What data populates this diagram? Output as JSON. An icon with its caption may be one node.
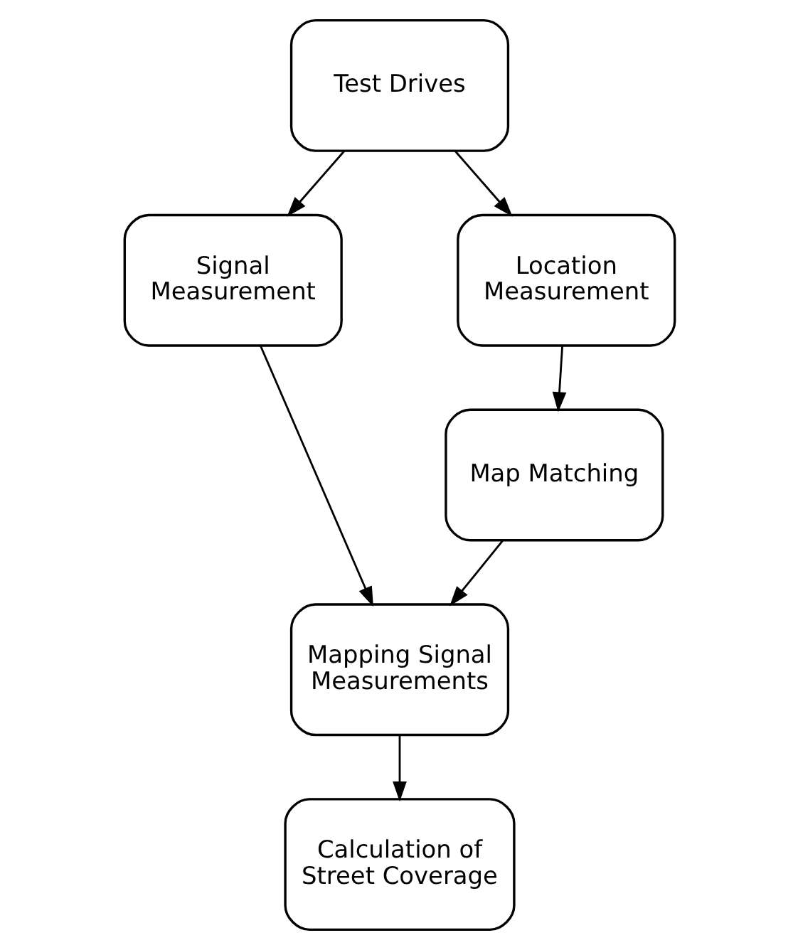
{
  "diagram": {
    "nodes": [
      {
        "text": [
          "Test Drives"
        ]
      },
      {
        "text": [
          "Signal Measurement"
        ]
      },
      {
        "text": [
          "Location Measurement"
        ]
      },
      {
        "text": [
          "Map Matching"
        ]
      },
      {
        "text": [
          "Mapping Signal Measurements"
        ]
      },
      {
        "text": [
          "Calculation of Street Coverage"
        ]
      }
    ],
    "edges": [
      {
        "from": 0,
        "to": 1,
        "arrow": "to"
      },
      {
        "from": 0,
        "to": 2,
        "arrow": "to"
      },
      {
        "from": 1,
        "to": 4,
        "arrow": "to"
      },
      {
        "from": 2,
        "to": 3,
        "arrow": "to"
      },
      {
        "from": 3,
        "to": 4,
        "arrow": "to"
      },
      {
        "from": 4,
        "to": 5,
        "arrow": "to"
      }
    ]
  }
}
